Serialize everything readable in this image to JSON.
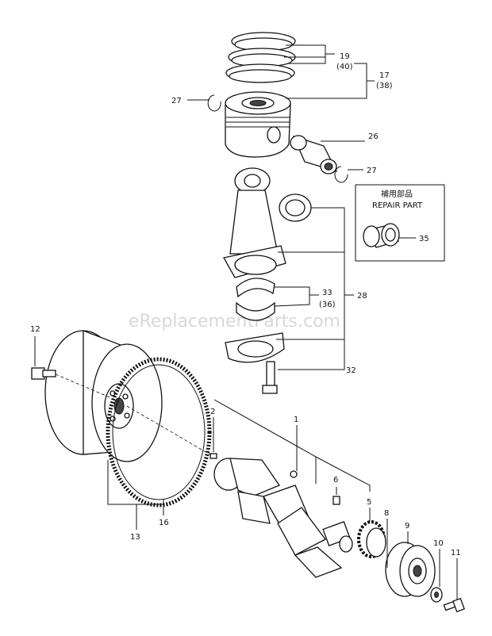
{
  "watermark": "eReplacementParts.com",
  "repair_box": {
    "line1": "補用部品",
    "line2": "REPAIR PART"
  },
  "callouts": {
    "c19": "19",
    "c40": "(40)",
    "c17": "17",
    "c38": "(38)",
    "c27a": "27",
    "c26": "26",
    "c27b": "27",
    "c35": "35",
    "c33": "33",
    "c36": "(36)",
    "c28": "28",
    "c32": "32",
    "c12": "12",
    "c2": "2",
    "c1": "1",
    "c6": "6",
    "c5": "5",
    "c8": "8",
    "c9": "9",
    "c10": "10",
    "c11": "11",
    "c16": "16",
    "c13": "13"
  }
}
